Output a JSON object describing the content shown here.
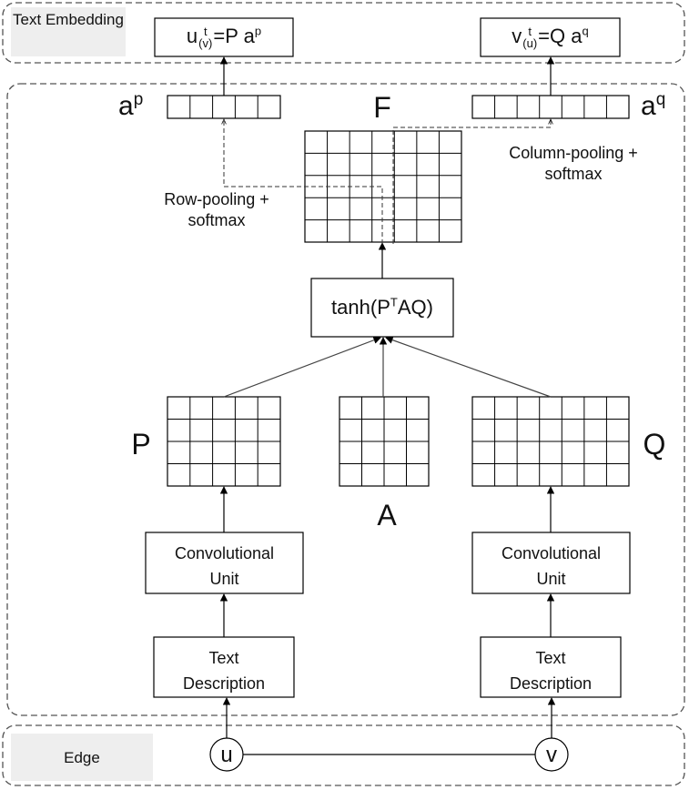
{
  "sections": {
    "text_embedding": "Text Embedding",
    "edge": "Edge"
  },
  "formulas": {
    "u_base": "u",
    "u_sup": "t",
    "u_sub": "(v)",
    "u_rest": "=P ",
    "u_a": "a",
    "u_a_sup": "p",
    "v_base": "v",
    "v_sup": "t",
    "v_sub": "(u)",
    "v_rest": "=Q ",
    "v_a": "a",
    "v_a_sup": "q"
  },
  "vectors": {
    "ap_base": "a",
    "ap_sup": "p",
    "aq_base": "a",
    "aq_sup": "q"
  },
  "matrices": {
    "F": "F",
    "P": "P",
    "A": "A",
    "Q": "Q"
  },
  "ops": {
    "tanh_a": "tanh(P",
    "tanh_sup": "T",
    "tanh_b": "AQ)",
    "row_pool_1": "Row-pooling +",
    "row_pool_2": "softmax",
    "col_pool_1": "Column-pooling +",
    "col_pool_2": "softmax"
  },
  "units": {
    "conv_left_1": "Convolutional",
    "conv_left_2": "Unit",
    "conv_right_1": "Convolutional",
    "conv_right_2": "Unit",
    "text_left_1": "Text",
    "text_left_2": "Description",
    "text_right_1": "Text",
    "text_right_2": "Description"
  },
  "nodes": {
    "u": "u",
    "v": "v"
  }
}
